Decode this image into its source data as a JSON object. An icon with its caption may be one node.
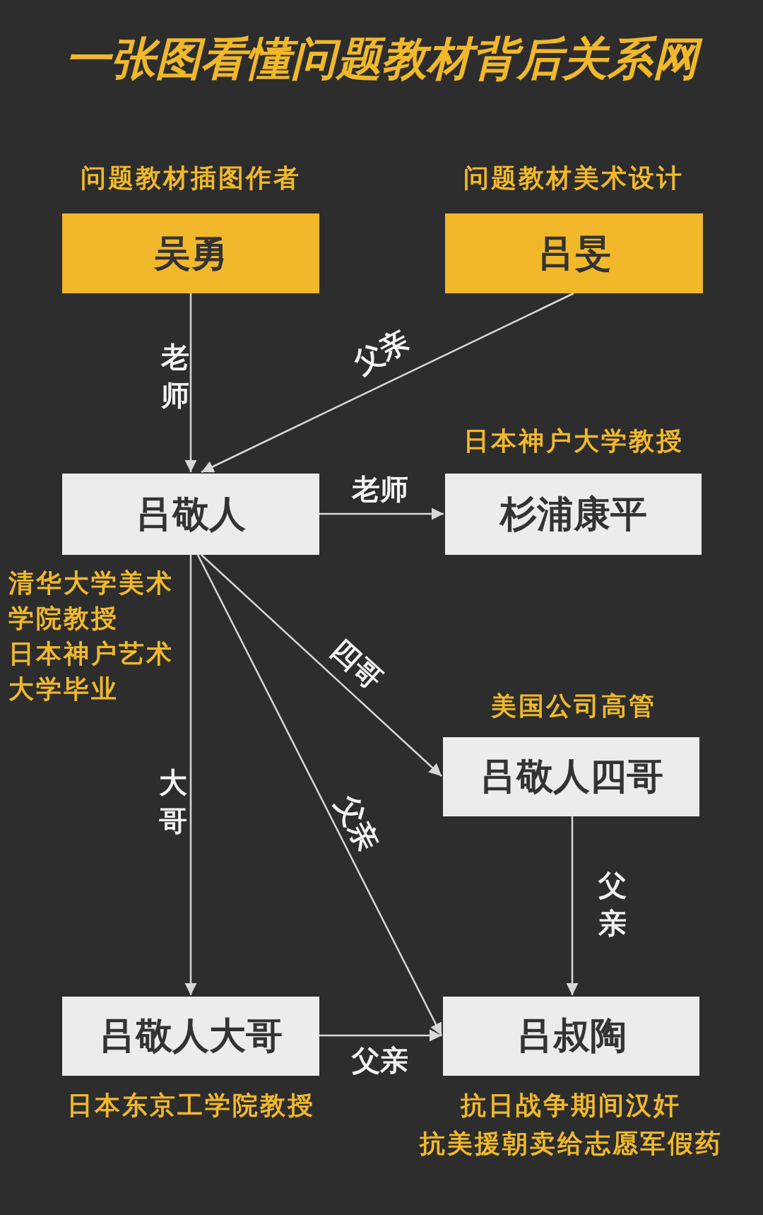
{
  "diagram": {
    "title": "一张图看懂问题教材背后关系网",
    "nodes": [
      {
        "text": [
          "吴勇"
        ],
        "beside": [
          "问题教材插图作者"
        ]
      },
      {
        "text": [
          "吕旻"
        ],
        "beside": [
          "问题教材美术设计"
        ]
      },
      {
        "text": [
          "吕敬人"
        ],
        "beside": [
          "清华大学美术学院教授",
          "日本神户艺术大学毕业"
        ]
      },
      {
        "text": [
          "杉浦康平"
        ],
        "beside": [
          "日本神户大学教授"
        ]
      },
      {
        "text": [
          "吕敬人四哥"
        ],
        "beside": [
          "美国公司高管"
        ]
      },
      {
        "text": [
          "吕敬人大哥"
        ],
        "beside": [
          "日本东京工学院教授"
        ]
      },
      {
        "text": [
          "吕叔陶"
        ],
        "beside": [
          "抗日战争期间汉奸",
          "抗美援朝卖给志愿军假药"
        ]
      }
    ],
    "edges": [
      {
        "from": 0,
        "to": 2,
        "arrow": "to",
        "label": "老师"
      },
      {
        "from": 1,
        "to": 2,
        "arrow": "to",
        "label": "父亲"
      },
      {
        "from": 2,
        "to": 3,
        "arrow": "to",
        "label": "老师"
      },
      {
        "from": 2,
        "to": 4,
        "arrow": "to",
        "label": "四哥"
      },
      {
        "from": 2,
        "to": 5,
        "arrow": "to",
        "label": "大哥"
      },
      {
        "from": 2,
        "to": 6,
        "arrow": "to",
        "label": "父亲"
      },
      {
        "from": 4,
        "to": 6,
        "arrow": "to",
        "label": "父亲"
      },
      {
        "from": 5,
        "to": 6,
        "arrow": "to",
        "label": "父亲"
      }
    ]
  }
}
